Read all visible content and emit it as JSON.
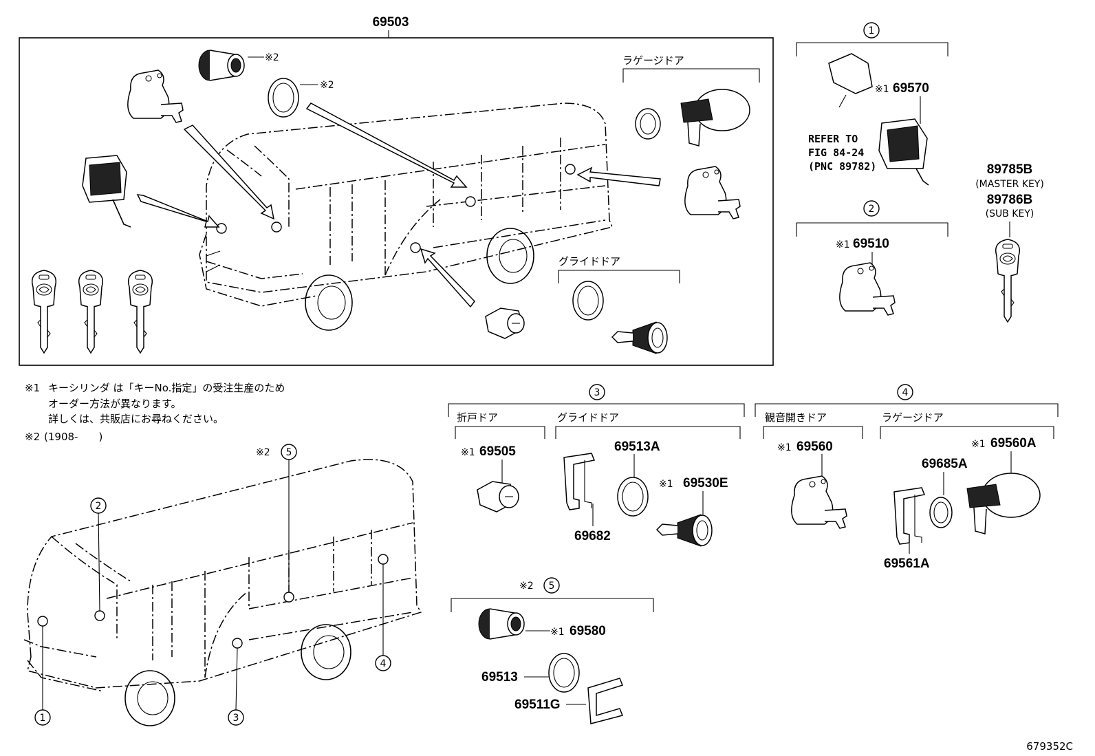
{
  "kit_part": "69503",
  "footer_code": "679352C",
  "groups": {
    "g1": {
      "num": "1",
      "part": "69570",
      "ref_line1": "REFER TO",
      "ref_line2": "FIG 84-24",
      "ref_line3": "(PNC 89782)"
    },
    "g2": {
      "num": "2",
      "part": "69510"
    },
    "g3": {
      "num": "3",
      "fold_door": "折戸ドア",
      "glide_door": "グライドドア",
      "parts": [
        "69505",
        "69513A",
        "69530E",
        "69682"
      ]
    },
    "g4": {
      "num": "4",
      "kannon_door": "観音開きドア",
      "luggage_door": "ラゲージドア",
      "parts": [
        "69560",
        "69685A",
        "69560A",
        "69561A"
      ]
    },
    "g5": {
      "num": "5",
      "parts": [
        "69580",
        "69513",
        "69511G"
      ]
    }
  },
  "keys": {
    "master_part": "89785B",
    "master_label": "(MASTER KEY)",
    "sub_part": "89786B",
    "sub_label": "(SUB KEY)"
  },
  "top_box": {
    "luggage_door": "ラゲージドア",
    "glide_door": "グライドドア"
  },
  "marks": {
    "m1": "※1",
    "m2": "※2"
  },
  "notes": {
    "n1_line1": "キーシリンダ は「キーNo.指定」の受注生産のため",
    "n1_line2": "オーダー方法が異なります。",
    "n1_line3": "詳しくは、共販店にお尋ねください。",
    "n2": "(1908-　　)"
  },
  "callouts": [
    "1",
    "2",
    "3",
    "4",
    "5"
  ]
}
